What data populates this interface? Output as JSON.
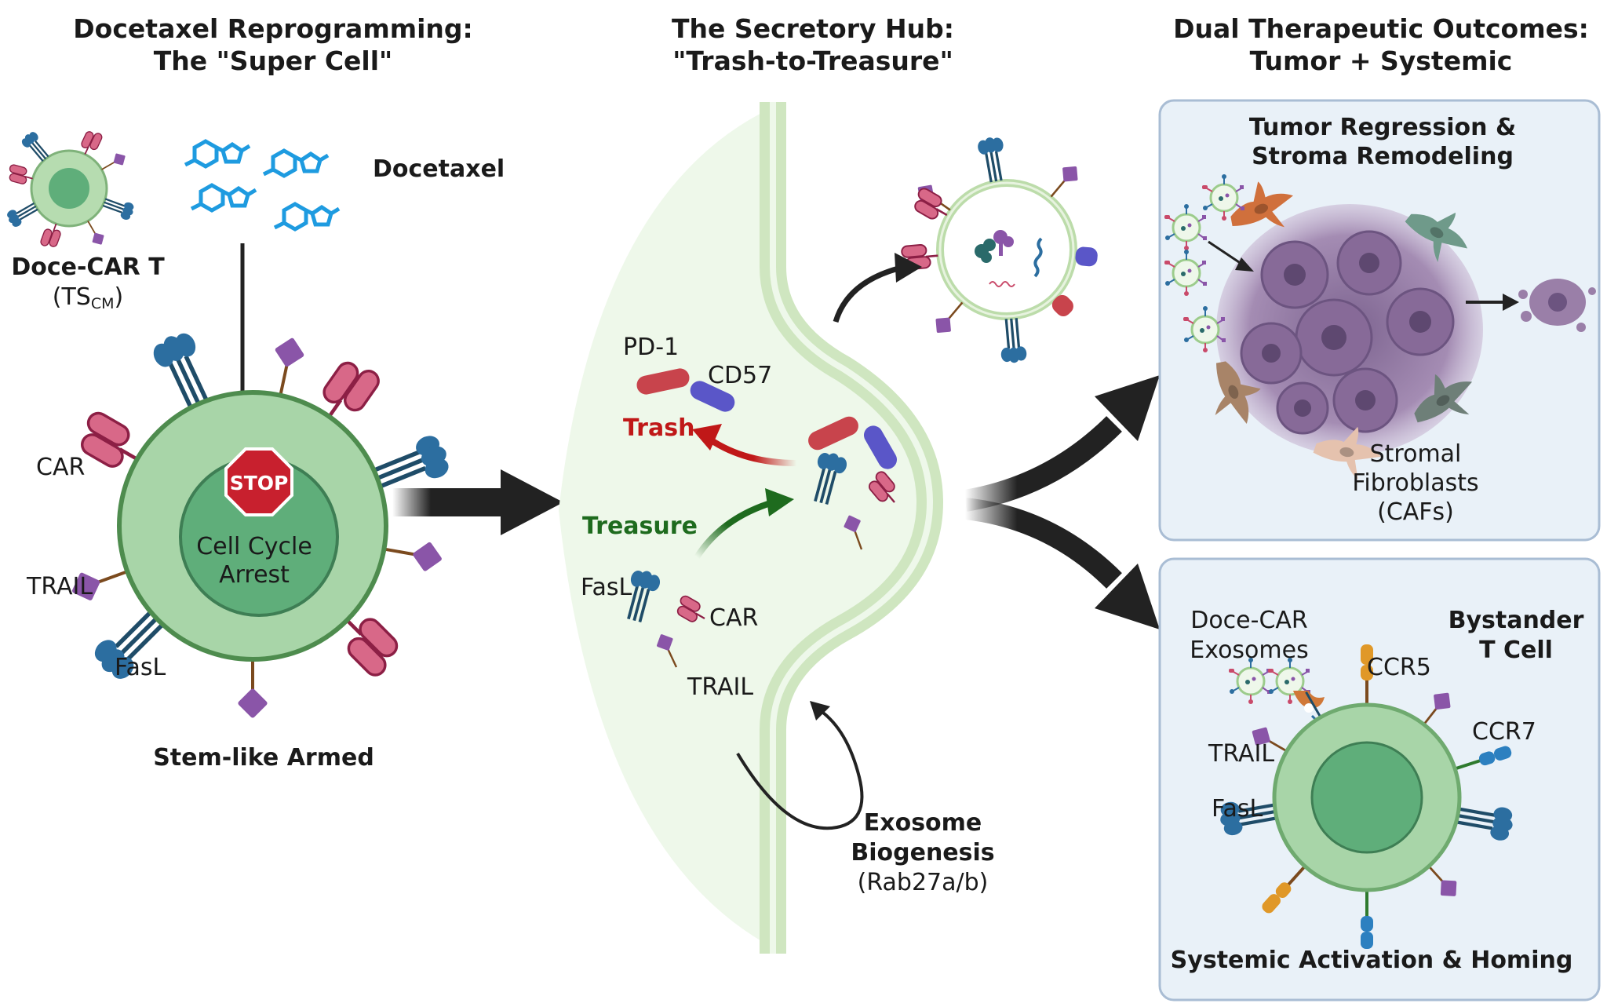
{
  "panel1": {
    "title_line1": "Docetaxel Reprogramming:",
    "title_line2": "The \"Super Cell\"",
    "small_cell_name": "Doce-CAR T",
    "small_cell_sub_main": "(TS",
    "small_cell_sub_script": "CM",
    "small_cell_sub_end": ")",
    "drug_label": "Docetaxel",
    "stop_text": "STOP",
    "nucleus_line1": "Cell Cycle",
    "nucleus_line2": "Arrest",
    "label_car": "CAR",
    "label_trail": "TRAIL",
    "label_fasl": "FasL",
    "caption": "Stem-like Armed"
  },
  "panel2": {
    "title_line1": "The Secretory Hub:",
    "title_line2": "\"Trash-to-Treasure\"",
    "label_pd1": "PD-1",
    "label_cd57": "CD57",
    "label_trash": "Trash",
    "label_treasure": "Treasure",
    "label_fasl": "FasL",
    "label_car": "CAR",
    "label_trail": "TRAIL",
    "exo_line1": "Exosome",
    "exo_line2": "Biogenesis",
    "exo_line3": "(Rab27a/b)"
  },
  "panel3": {
    "title_line1": "Dual Therapeutic Outcomes:",
    "title_line2": "Tumor + Systemic",
    "box1_title_line1": "Tumor Regression &",
    "box1_title_line2": "Stroma Remodeling",
    "stromal_line1": "Stromal",
    "stromal_line2": "Fibroblasts",
    "stromal_line3": "(CAFs)",
    "box2_doce_line1": "Doce-CAR",
    "box2_doce_line2": "Exosomes",
    "box2_bystander_line1": "Bystander",
    "box2_bystander_line2": "T Cell",
    "label_ccr5": "CCR5",
    "label_ccr7": "CCR7",
    "label_trail": "TRAIL",
    "label_fasl": "FasL",
    "box2_caption": "Systemic Activation & Homing"
  },
  "colors": {
    "cell_outer": "#a8d5a8",
    "cell_nucleus": "#5fae7a",
    "receptor_blue": "#2c6ea0",
    "car_pink": "#c94a6a",
    "trail_purple": "#8a55a8",
    "drug_blue": "#1e9be0",
    "trash_red": "#c01818",
    "treasure_green": "#1e6b1e",
    "panel_bg": "#e9f1f8",
    "panel_border": "#a9bdd4",
    "tumor_purple": "#9a7fa8",
    "stop_red": "#c8202e"
  }
}
